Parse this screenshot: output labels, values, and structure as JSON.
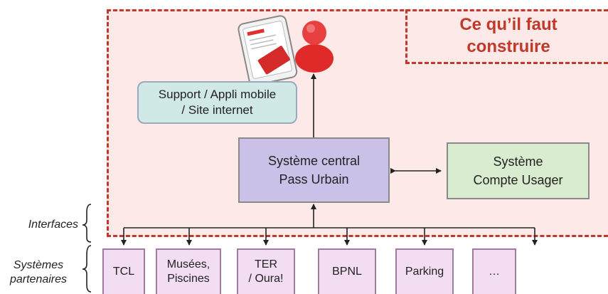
{
  "callout": {
    "line1": "Ce qu’il faut",
    "line2": "construire"
  },
  "support_box": {
    "line1": "Support / Appli mobile",
    "line2": "/ Site internet"
  },
  "central_box": {
    "line1": "Système central",
    "line2": "Pass Urbain"
  },
  "compte_box": {
    "line1": "Système",
    "line2": "Compte Usager"
  },
  "labels": {
    "interfaces": "Interfaces",
    "systemes_line1": "Systèmes",
    "systemes_line2": "partenaires"
  },
  "partners": [
    {
      "line1": "TCL",
      "line2": ""
    },
    {
      "line1": "Musées,",
      "line2": "Piscines"
    },
    {
      "line1": "TER",
      "line2": "/ Oura!"
    },
    {
      "line1": "BPNL",
      "line2": ""
    },
    {
      "line1": "Parking",
      "line2": ""
    },
    {
      "line1": "…",
      "line2": ""
    }
  ],
  "colors": {
    "scope_border": "#c0392b",
    "scope_fill": "#fde9e7",
    "user_icon": "#e02020"
  },
  "icons": [
    "phone-pass-icon",
    "user-icon"
  ]
}
